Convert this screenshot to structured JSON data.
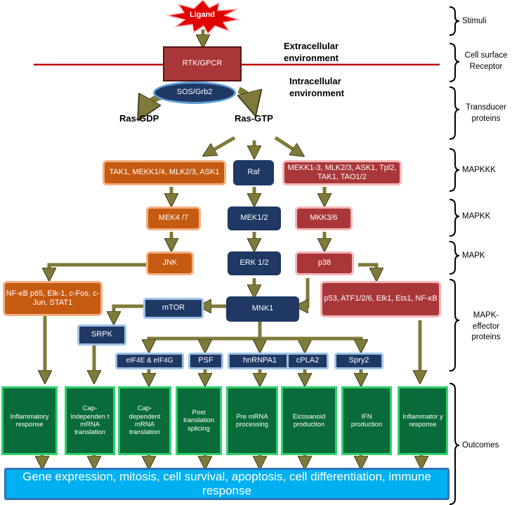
{
  "ligand": "Ligand",
  "receptor": "RTK/GPCR",
  "sos": "SOS/Grb2",
  "ras_gdp": "Ras-GDP",
  "ras_gtp": "Ras-GTP",
  "extracellular": "Extracellular environment",
  "intracellular": "Intracellular environment",
  "nodes": {
    "tak1": "TAK1, MEKK1/4, MLK2/3, ASK1",
    "raf": "Raf",
    "mekk": "MEKK1-3, MLK2/3, ASK1, Tpl2, TAK1, TAO1/2",
    "mek47": "MEK4 /7",
    "mek12": "MEK1/2",
    "mkk36": "MKK3/6",
    "jnk": "JNK",
    "erk": "ERK 1/2",
    "p38": "p38",
    "nfkb": "NF-κB p65, Elk-1, c-Fos, c-Jun, STAT1",
    "p53": "p53, ATF1/2/6, Elk1, Ets1, NF-κB",
    "mtor": "mTOR",
    "mnk1": "MNK1",
    "srpk": "SRPK",
    "eif4e": "eIF4E & eIF4G",
    "psf": "PSF",
    "hnrnpa1": "hnRNPA1",
    "cpla2": "cPLA2",
    "spry2": "Spry2"
  },
  "outcomes": [
    "Inflammatory response",
    "Cap-independen t mRNA translation",
    "Cap-dependent mRNA translation",
    "Post translation splicing",
    "Pre mRNA processing",
    "Eicosanoid production",
    "IFN production",
    "Inflammator y response"
  ],
  "gene_expression": "Gene expression, mitosis, cell survival, apoptosis, cell differentiation, immune response",
  "brackets": {
    "stimuli": "Stimuli",
    "receptor": "Cell surface Receptor",
    "transducer": "Transducer proteins",
    "mapkkk": "MAPKKK",
    "mapkk": "MAPKK",
    "mapk": "MAPK",
    "effector": "MAPK-effector proteins",
    "outcomes": "Outcomes"
  },
  "colors": {
    "arrow": "#7f7a3a",
    "membrane": "#c00000",
    "orange": "#c55a11",
    "navy": "#1f3864",
    "pink": "#a9373a",
    "green": "#0a6b3a",
    "cyan": "#00b0f0"
  }
}
